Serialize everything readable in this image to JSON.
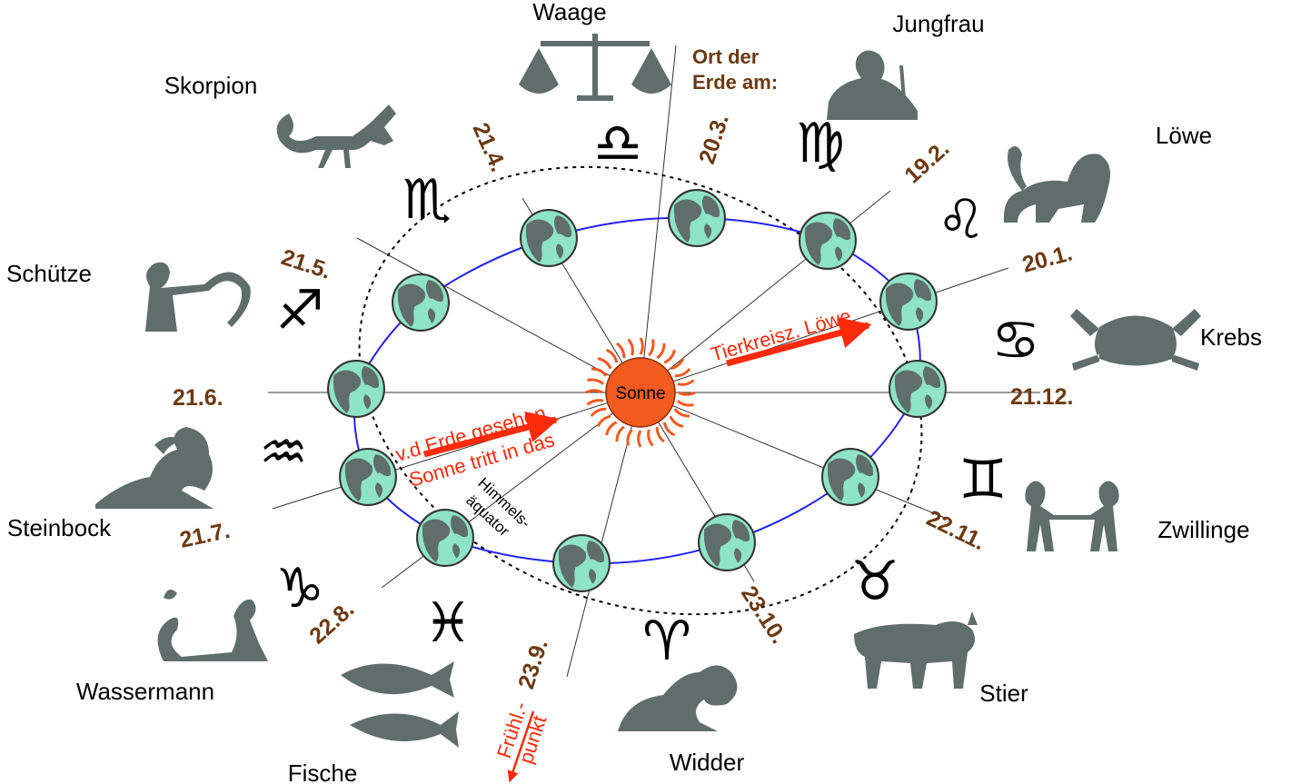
{
  "sun": {
    "label": "Sonne",
    "color": "#f25a1f"
  },
  "colors": {
    "earth_land": "#5f6e6a",
    "earth_sea": "#8fe3c6",
    "orbit_arrow": "#2222ee",
    "label_red": "#ff2a0a",
    "date_brown": "#6b3a12",
    "figure_gray": "#5f6e6a"
  },
  "ort_der_erde": {
    "line1": "Ort der",
    "line2": "Erde am:"
  },
  "annotations": {
    "tierkreis": "Tierkreisz. Löwe",
    "vd_erde_line1": "v.d.Erde gesehen",
    "vd_erde_line2": "Sonne tritt in das",
    "himmels_line1": "Himmels-",
    "himmels_line2": "äquator",
    "fruehl_line1": "Frühl.-",
    "fruehl_line2": "punkt"
  },
  "signs": [
    {
      "name": "Waage",
      "symbol": "♎",
      "icon": "scales-figure"
    },
    {
      "name": "Jungfrau",
      "symbol": "♍",
      "icon": "virgin-figure"
    },
    {
      "name": "Löwe",
      "symbol": "♌",
      "icon": "lion-figure"
    },
    {
      "name": "Krebs",
      "symbol": "♋",
      "icon": "crab-figure"
    },
    {
      "name": "Zwillinge",
      "symbol": "♊",
      "icon": "twins-figure"
    },
    {
      "name": "Stier",
      "symbol": "♉",
      "icon": "bull-figure"
    },
    {
      "name": "Widder",
      "symbol": "♈",
      "icon": "ram-figure"
    },
    {
      "name": "Fische",
      "symbol": "♓",
      "icon": "fish-figure"
    },
    {
      "name": "Wassermann",
      "symbol": "♒",
      "icon": "water-bearer-figure"
    },
    {
      "name": "Steinbock",
      "symbol": "♑",
      "icon": "goat-figure"
    },
    {
      "name": "Schütze",
      "symbol": "♐",
      "icon": "archer-figure"
    },
    {
      "name": "Skorpion",
      "symbol": "♏",
      "icon": "scorpion-figure"
    }
  ],
  "dates": [
    "20.3.",
    "19.2.",
    "20.1.",
    "21.12.",
    "22.11.",
    "23.10.",
    "23.9.",
    "22.8.",
    "21.7.",
    "21.6.",
    "21.5.",
    "21.4."
  ]
}
